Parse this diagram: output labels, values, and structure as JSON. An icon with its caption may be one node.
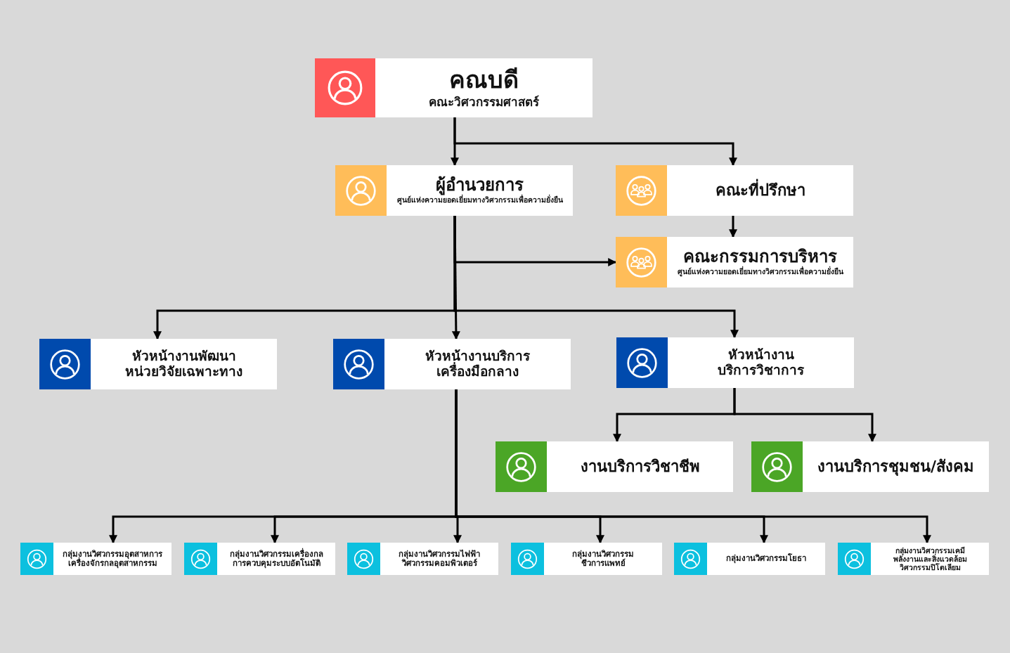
{
  "diagram": {
    "nodes": [
      {
        "text": [
          "คณบดี",
          "คณะวิศวกรรมศาสตร์"
        ]
      },
      {
        "text": [
          "ผู้อำนวยการ",
          "ศูนย์แห่งความยอดเยี่ยมทางวิศวกรรมเพื่อความยั่งยืน"
        ]
      },
      {
        "text": [
          "คณะที่ปรึกษา"
        ]
      },
      {
        "text": [
          "คณะกรรมการบริหาร",
          "ศูนย์แห่งความยอดเยี่ยมทางวิศวกรรมเพื่อความยั่งยืน"
        ]
      },
      {
        "text": [
          "หัวหน้างานพัฒนา หน่วยวิจัยเฉพาะทาง"
        ]
      },
      {
        "text": [
          "หัวหน้างานบริการ เครื่องมือกลาง"
        ]
      },
      {
        "text": [
          "หัวหน้างาน บริการวิชาการ"
        ]
      },
      {
        "text": [
          "งานบริการวิชาชีพ"
        ]
      },
      {
        "text": [
          "งานบริการชุมชน/สังคม"
        ]
      },
      {
        "text": [
          "กลุ่มงานวิศวกรรมอุตสาหการ เครื่องจักรกลอุตสาหกรรม"
        ]
      },
      {
        "text": [
          "กลุ่มงานวิศวกรรมเครื่องกล การควบคุมระบบอัตโนมัติ"
        ]
      },
      {
        "text": [
          "กลุ่มงานวิศวกรรมไฟฟ้า วิศวกรรมคอมพิวเตอร์"
        ]
      },
      {
        "text": [
          "กลุ่มงานวิศวกรรม ชีวการแพทย์"
        ]
      },
      {
        "text": [
          "กลุ่มงานวิศวกรรมโยธา"
        ]
      },
      {
        "text": [
          "กลุ่มงานวิศวกรรมเคมี พลังงานและสิ่งแวดล้อม วิศวกรรมปิโตเลียม"
        ]
      }
    ],
    "edges": [
      {
        "from": 0,
        "to": 1,
        "arrow": "to"
      },
      {
        "from": 0,
        "to": 2,
        "arrow": "to"
      },
      {
        "from": 1,
        "to": 3,
        "arrow": "to"
      },
      {
        "from": 2,
        "to": 3,
        "arrow": "to"
      },
      {
        "from": 1,
        "to": 4,
        "arrow": "to"
      },
      {
        "from": 1,
        "to": 5,
        "arrow": "to"
      },
      {
        "from": 1,
        "to": 6,
        "arrow": "to"
      },
      {
        "from": 6,
        "to": 7,
        "arrow": "to"
      },
      {
        "from": 6,
        "to": 8,
        "arrow": "to"
      },
      {
        "from": 5,
        "to": 9,
        "arrow": "to"
      },
      {
        "from": 5,
        "to": 10,
        "arrow": "to"
      },
      {
        "from": 5,
        "to": 11,
        "arrow": "to"
      },
      {
        "from": 5,
        "to": 12,
        "arrow": "to"
      },
      {
        "from": 5,
        "to": 13,
        "arrow": "to"
      },
      {
        "from": 5,
        "to": 14,
        "arrow": "to"
      }
    ]
  }
}
